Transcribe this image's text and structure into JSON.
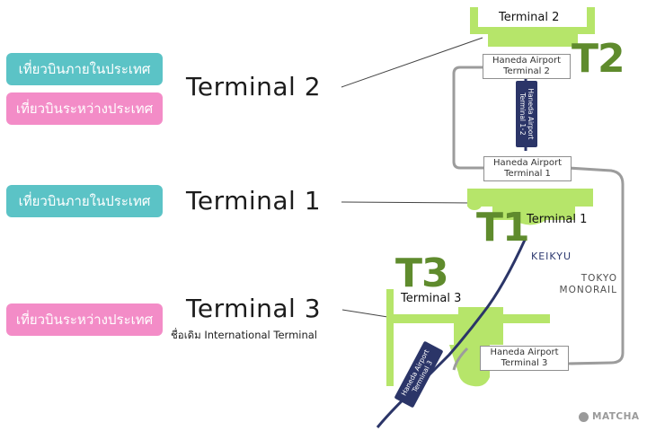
{
  "legend": {
    "t2_domestic": "เที่ยวบินภายในประเทศ",
    "t2_international": "เที่ยวบินระหว่างประเทศ",
    "t1_domestic": "เที่ยวบินภายในประเทศ",
    "t3_international": "เที่ยวบินระหว่างประเทศ"
  },
  "labels": {
    "terminal2": "Terminal 2",
    "terminal1": "Terminal 1",
    "terminal3": "Terminal 3",
    "terminal3_former_name": "ชื่อเดิม International Terminal"
  },
  "map": {
    "t2_badge": "T2",
    "t1_badge": "T1",
    "t3_badge": "T3",
    "t2_name": "Terminal 2",
    "t1_name": "Terminal 1",
    "t3_name": "Terminal 3",
    "monorail_stations": {
      "t2": [
        "Haneda Airport",
        "Terminal 2"
      ],
      "t1": [
        "Haneda Airport",
        "Terminal 1"
      ],
      "t3": [
        "Haneda Airport",
        "Terminal 3"
      ]
    },
    "keikyu_stations": {
      "t12": [
        "Haneda Airport",
        "Terminal 1･2"
      ],
      "t3": [
        "Haneda Airport",
        "Terminal 3"
      ]
    },
    "keikyu_label": "KEIKYU",
    "monorail_label": [
      "TOKYO",
      "MONORAIL"
    ]
  },
  "brand": "MATCHA",
  "colors": {
    "domestic": "#5bc3c6",
    "international": "#f38cc7",
    "terminal_fill": "#b6e56a",
    "badge": "#5f8b2d",
    "keikyu": "#2b3568",
    "monorail": "#9c9c9c"
  }
}
